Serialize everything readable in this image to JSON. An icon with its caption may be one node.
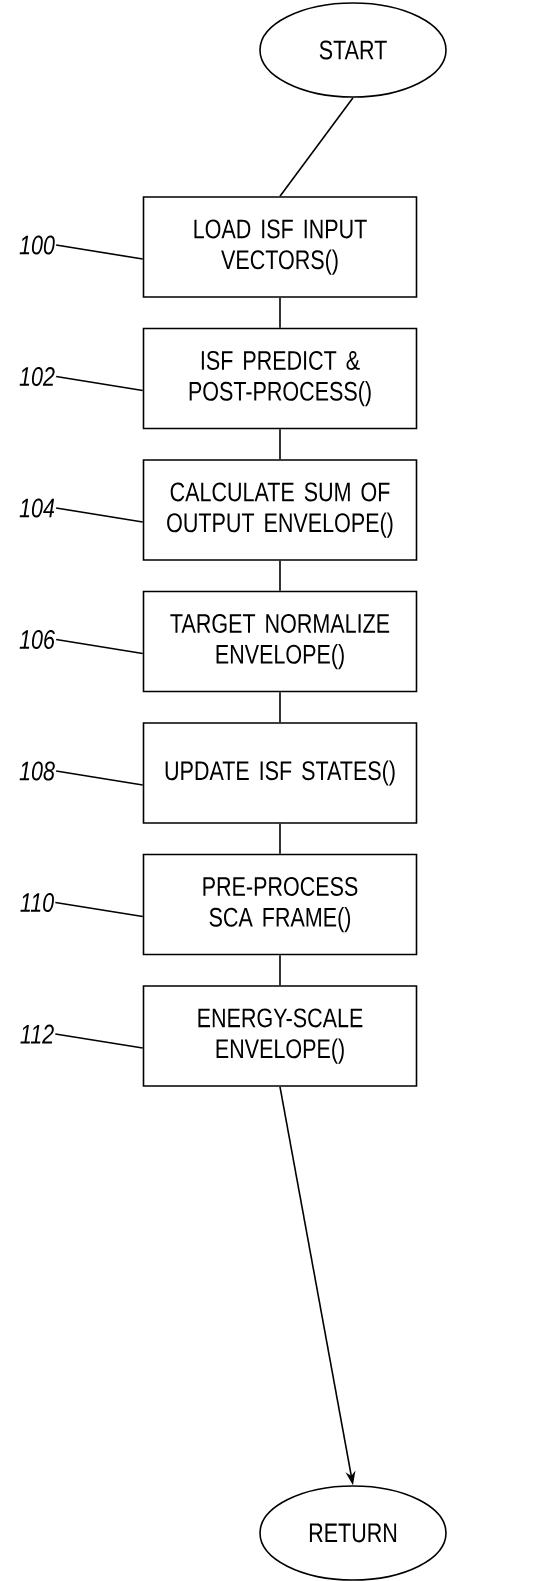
{
  "diagram": {
    "nodes": [
      {
        "text": [
          "START"
        ]
      },
      {
        "text": [
          "LOAD ISF INPUT VECTORS()"
        ]
      },
      {
        "text": [
          "ISF PREDICT & POST-PROCESS()"
        ]
      },
      {
        "text": [
          "CALCULATE SUM OF OUTPUT ENVELOPE()"
        ]
      },
      {
        "text": [
          "TARGET NORMALIZE ENVELOPE()"
        ]
      },
      {
        "text": [
          "UPDATE ISF STATES()"
        ]
      },
      {
        "text": [
          "PRE-PROCESS SCA FRAME()"
        ]
      },
      {
        "text": [
          "ENERGY-SCALE ENVELOPE()"
        ]
      },
      {
        "text": [
          "RETURN"
        ]
      },
      {
        "text": [
          "100"
        ]
      },
      {
        "text": [
          "102"
        ]
      },
      {
        "text": [
          "104"
        ]
      },
      {
        "text": [
          "106"
        ]
      },
      {
        "text": [
          "108"
        ]
      },
      {
        "text": [
          "110"
        ]
      },
      {
        "text": [
          "112"
        ]
      }
    ],
    "edges": [
      {
        "from": 0,
        "to": 1,
        "arrow": "none"
      },
      {
        "from": 1,
        "to": 2,
        "arrow": "none"
      },
      {
        "from": 2,
        "to": 3,
        "arrow": "none"
      },
      {
        "from": 3,
        "to": 4,
        "arrow": "none"
      },
      {
        "from": 4,
        "to": 5,
        "arrow": "none"
      },
      {
        "from": 5,
        "to": 6,
        "arrow": "none"
      },
      {
        "from": 6,
        "to": 7,
        "arrow": "none"
      },
      {
        "from": 7,
        "to": 8,
        "arrow": "to"
      },
      {
        "from": 9,
        "to": 1,
        "arrow": "none"
      },
      {
        "from": 10,
        "to": 2,
        "arrow": "none"
      },
      {
        "from": 11,
        "to": 3,
        "arrow": "none"
      },
      {
        "from": 12,
        "to": 4,
        "arrow": "none"
      },
      {
        "from": 13,
        "to": 5,
        "arrow": "none"
      },
      {
        "from": 14,
        "to": 6,
        "arrow": "none"
      },
      {
        "from": 15,
        "to": 7,
        "arrow": "none"
      }
    ]
  }
}
